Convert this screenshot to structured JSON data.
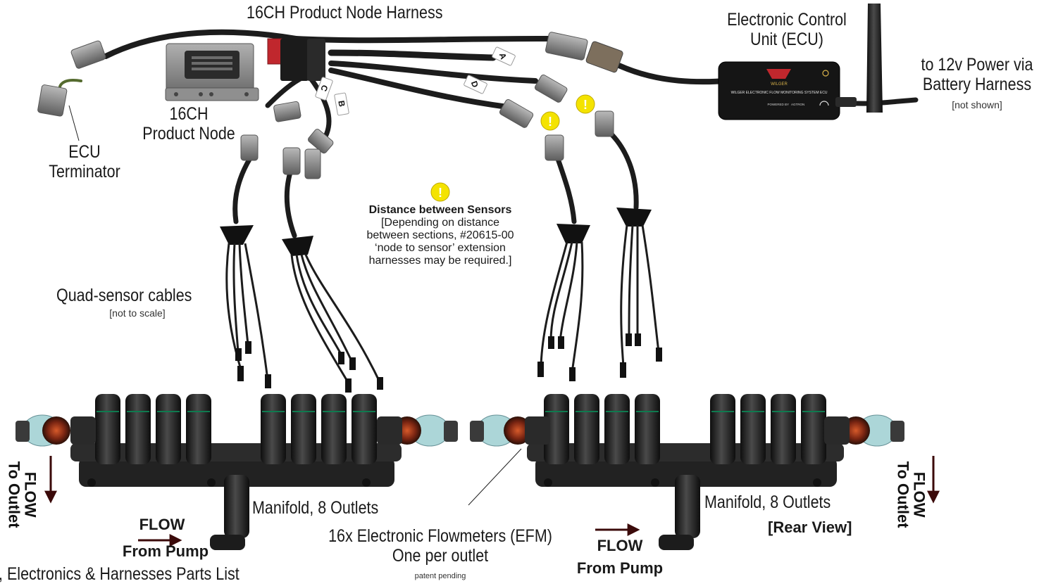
{
  "harness_title": "16CH Product Node Harness",
  "ecu_label": [
    "Electronic Control",
    "Unit (ECU)"
  ],
  "power_label": [
    "to 12v Power via",
    "Battery Harness"
  ],
  "power_note": "[not shown]",
  "node_label": [
    "16CH",
    "Product Node"
  ],
  "terminator_label": [
    "ECU",
    "Terminator"
  ],
  "distance": {
    "title": "Distance between Sensors",
    "lines": [
      "[Depending on distance",
      "between sections, #20615-00",
      "‘node to sensor’ extension",
      "harnesses may be required.]"
    ]
  },
  "quad_label": "Quad-sensor cables",
  "quad_note": "[not to scale]",
  "manifold_label": "Manifold, 8 Outlets",
  "rear_view": "[Rear View]",
  "efm_label": [
    "16x Electronic Flowmeters (EFM)",
    "One per outlet"
  ],
  "efm_note": "patent pending",
  "flow_in": [
    "FLOW",
    "From Pump"
  ],
  "flow_out": [
    "FLOW",
    "To Outlet"
  ],
  "parts_list": ", Electronics & Harnesses Parts List",
  "harness_tags": [
    "A",
    "B",
    "C",
    "D"
  ],
  "ecu_text": {
    "brand": "WILGER",
    "line": "WILGER ELECTRONIC FLOW MONITORING SYSTEM ECU",
    "powered": "POWERED BY",
    "agtron": "AGTRON"
  },
  "colors": {
    "cable": "#1c1c1c",
    "connector": "#8a8a8a",
    "caution": "#f4e300",
    "brand_red": "#c0272d",
    "arrow": "#3b0a0a",
    "manifold": "#222222"
  }
}
